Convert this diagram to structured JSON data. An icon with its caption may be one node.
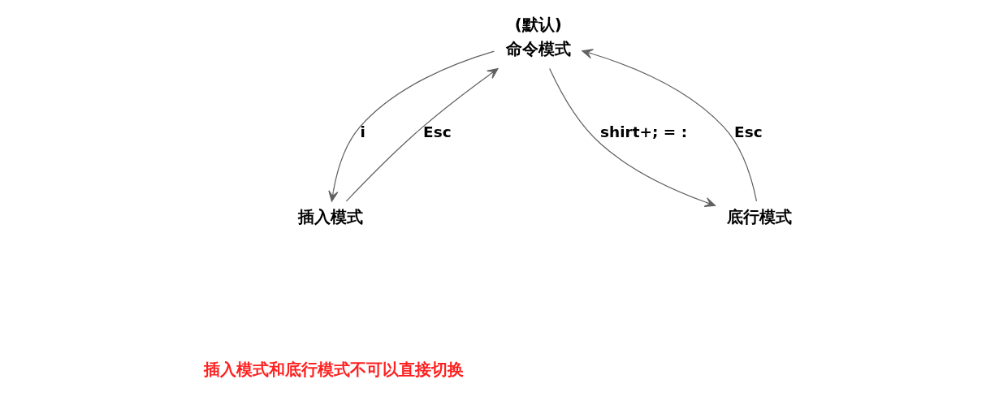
{
  "diagram": {
    "nodes": [
      {
        "text": [
          "命令模式"
        ],
        "beside": [
          "(默认)"
        ]
      },
      {
        "text": [
          "插入模式"
        ]
      },
      {
        "text": [
          "底行模式"
        ]
      }
    ],
    "edges": [
      {
        "from": 1,
        "to": 0,
        "arrow": "to",
        "label": "Esc"
      },
      {
        "from": 0,
        "to": 1,
        "arrow": "to",
        "label": "i"
      },
      {
        "from": 0,
        "to": 2,
        "arrow": "to",
        "label": "shirt+; = :"
      },
      {
        "from": 2,
        "to": 0,
        "arrow": "to",
        "label": "Esc"
      }
    ],
    "labels": [
      "插入模式和底行模式不可以直接切换"
    ]
  }
}
